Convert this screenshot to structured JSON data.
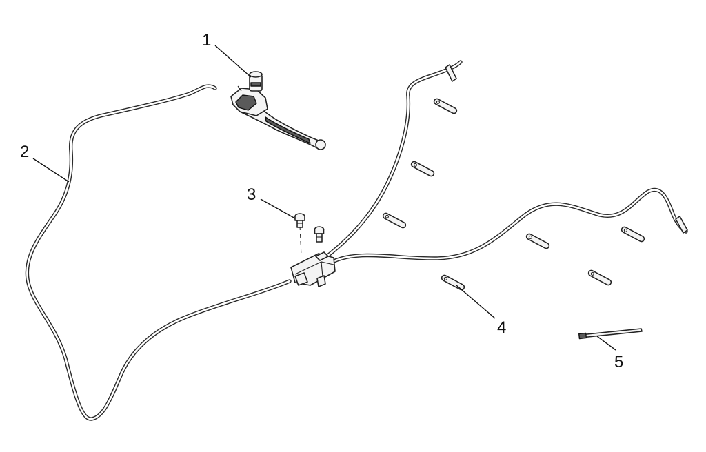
{
  "callouts": {
    "c1": "1",
    "c2": "2",
    "c3": "3",
    "c4": "4",
    "c5": "5"
  },
  "colors": {
    "line": "#222222",
    "background": "#ffffff"
  }
}
